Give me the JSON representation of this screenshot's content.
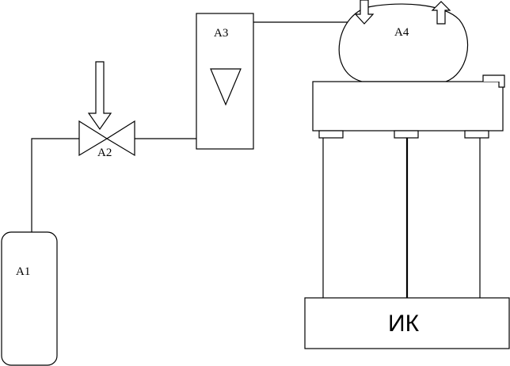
{
  "diagram": {
    "labels": {
      "a1": "A1",
      "a2": "A2",
      "a3": "A3",
      "a4": "A4",
      "ik": "ИК"
    },
    "colors": {
      "stroke": "#000000",
      "background": "#ffffff"
    },
    "icons": {
      "valve": "valve-icon",
      "inlet_arrow": "arrow-down-icon",
      "outlet_arrow": "arrow-up-icon",
      "a3_indicator": "triangle-down-icon"
    }
  }
}
